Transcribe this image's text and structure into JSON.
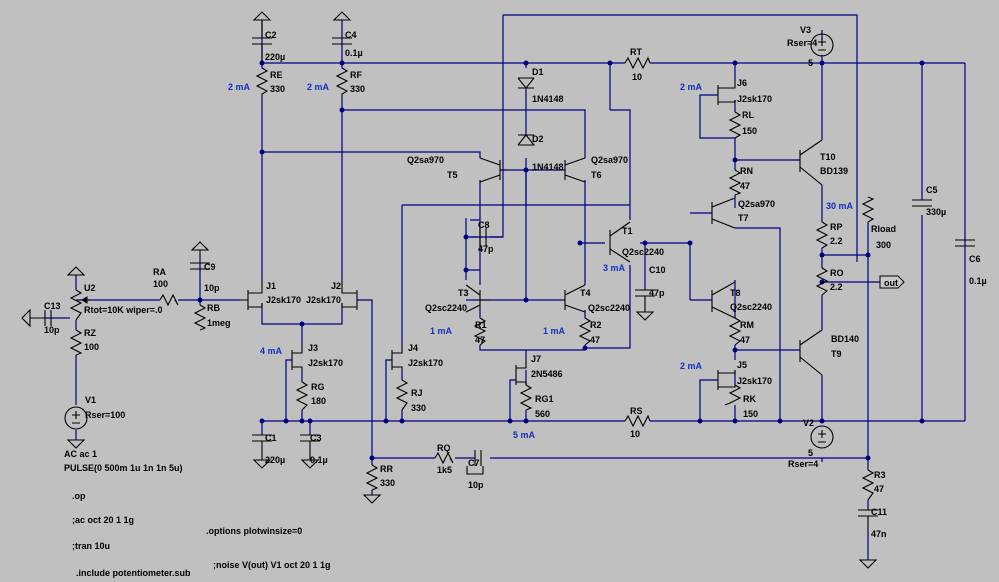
{
  "labels": {
    "C2": "C2",
    "C2v": "220µ",
    "C4": "C4",
    "C4v": "0.1µ",
    "RE": "RE",
    "REv": "330",
    "RF": "RF",
    "RFv": "330",
    "RT": "RT",
    "RTv": "10",
    "D1": "D1",
    "D1v": "1N4148",
    "D2": "D2",
    "D2v": "1N4148",
    "J6": "J6",
    "J6v": "J2sk170",
    "RL": "RL",
    "RLv": "150",
    "V3": "V3",
    "V3r": "Rser=4",
    "V3v": "5",
    "T5m": "Q2sa970",
    "T5": "T5",
    "T6m": "Q2sa970",
    "T6": "T6",
    "RN": "RN",
    "RNv": "47",
    "T10": "T10",
    "T10m": "BD139",
    "T7m": "Q2sa970",
    "T7": "T7",
    "C8": "C8",
    "C8v": "47p",
    "T1": "T1",
    "T1m": "Q2sc2240",
    "C5": "C5",
    "C5v": "330µ",
    "RP": "RP",
    "RPv": "2.2",
    "Rload": "Rload",
    "Rloadv": "300",
    "T3": "T3",
    "T3m": "Q2sc2240",
    "T4": "T4",
    "T4m": "Q2sc2240",
    "C10": "C10",
    "C10v": "47p",
    "RO": "RO",
    "ROv": "2.2",
    "out": "out",
    "C6": "C6",
    "C6v": "0.1µ",
    "RA": "RA",
    "RAv": "100",
    "C9": "C9",
    "C9v": "10p",
    "U2": "U2",
    "U2v": "Rtot=10K wiper=.0",
    "C13": "C13",
    "C13v": "10p",
    "J1": "J1",
    "J1m": "J2sk170",
    "J2": "J2",
    "J2m": "J2sk170",
    "RB": "RB",
    "RBv": "1meg",
    "RZ": "RZ",
    "RZv": "100",
    "T8": "T8",
    "T8m": "Q2sc2240",
    "R1": "R1",
    "R1v": "47",
    "R2": "R2",
    "R2v": "47",
    "RM": "RM",
    "RMv": "47",
    "T9": "T9",
    "T9m": "BD140",
    "J3": "J3",
    "J3m": "J2sk170",
    "J4": "J4",
    "J4m": "J2sk170",
    "J7": "J7",
    "J7m": "2N5486",
    "J5": "J5",
    "J5m": "J2sk170",
    "RG": "RG",
    "RGv": "180",
    "RJ": "RJ",
    "RJv": "330",
    "RG1": "RG1",
    "RG1v": "560",
    "RK": "RK",
    "RKv": "150",
    "V1": "V1",
    "V1r": "Rser=100",
    "C1": "C1",
    "C1v": "220µ",
    "C3": "C3",
    "C3v": "0.1µ",
    "RS": "RS",
    "RSv": "10",
    "V2": "V2",
    "V2v": "5",
    "V2r": "Rser=4",
    "RR": "RR",
    "RRv": "330",
    "RQ": "RQ",
    "RQv": "1k5",
    "C7": "C7",
    "C7v": "10p",
    "R3": "R3",
    "R3v": "47",
    "C11": "C11",
    "C11v": "47n"
  },
  "currents": {
    "re": "2 mA",
    "rf": "2 mA",
    "j6": "2 mA",
    "t10": "30 mA",
    "t1": "3 mA",
    "r1": "1 mA",
    "r2": "1 mA",
    "j3": "4 mA",
    "j5": "2 mA",
    "j7": "5 mA"
  },
  "directives": {
    "ac1": "AC ac 1",
    "pulse": "PULSE(0 500m 1u 1n 1n 5u)",
    "op": ".op",
    "ac": ";ac oct 20 1 1g",
    "tran": ";tran 10u",
    "include": ".include potentiometer.sub",
    "options": ".options plotwinsize=0",
    "noise": ";noise V(out) V1 oct 20 1 1g"
  }
}
